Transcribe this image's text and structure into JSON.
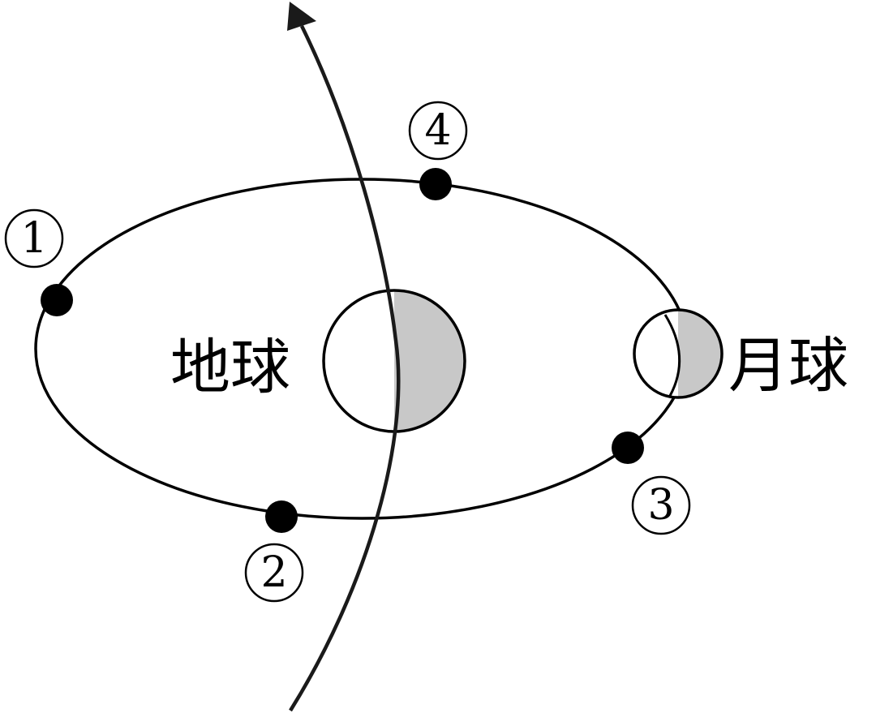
{
  "labels": {
    "earth": "地球",
    "moon": "月球"
  },
  "positions": [
    {
      "id": "1",
      "label": "①"
    },
    {
      "id": "2",
      "label": "②"
    },
    {
      "id": "3",
      "label": "③"
    },
    {
      "id": "4",
      "label": "④"
    }
  ],
  "colors": {
    "line": "#000000",
    "shade": "#c8c8c8",
    "background": "#ffffff"
  }
}
